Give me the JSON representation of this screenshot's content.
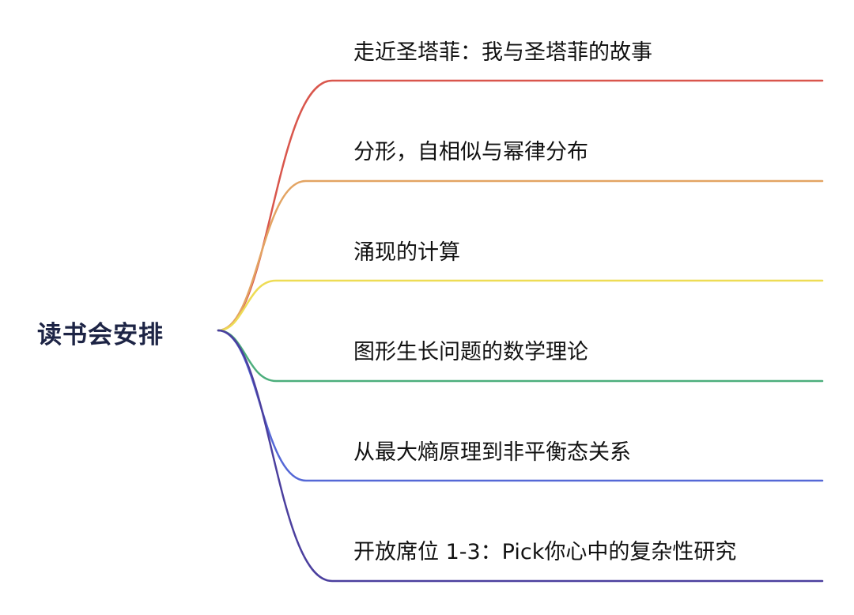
{
  "root": {
    "label": "读书会安排"
  },
  "branches": [
    {
      "label": "走近圣塔菲：我与圣塔菲的故事",
      "color": "#d9564c"
    },
    {
      "label": "分形，自相似与幂律分布",
      "color": "#e3a463"
    },
    {
      "label": "涌现的计算",
      "color": "#eedc55"
    },
    {
      "label": "图形生长问题的数学理论",
      "color": "#4cae7c"
    },
    {
      "label": "从最大熵原理到非平衡态关系",
      "color": "#5568d6"
    },
    {
      "label": "开放席位 1-3：Pick你心中的复杂性研究",
      "color": "#4b3f9e"
    }
  ]
}
